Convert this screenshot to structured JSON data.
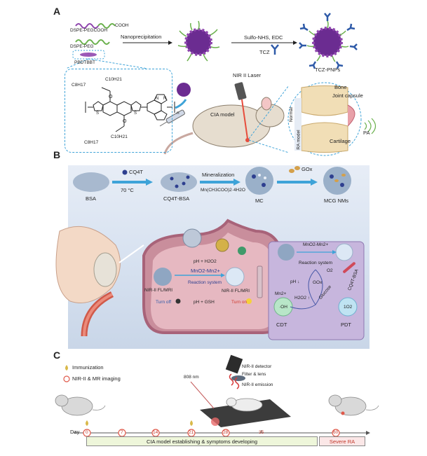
{
  "panelA": {
    "letter": "A",
    "dspe_pegcooh": "DSPE-PEGCOOH",
    "cooh": "COOH",
    "dspe_peg": "DSPE-PEG",
    "pbdtbbt": "PBDTBBT",
    "nanoprecipitation": "Nanoprecipitation",
    "coupling": "Sulfo-NHS, EDC",
    "tcz": "TCZ",
    "tcz_pnps": "TCZ-PNPs",
    "chem_c8h17_top": "C8H17",
    "chem_c10h21_top": "C10H21",
    "chem_c8h17_bot": "C8H17",
    "chem_c10h21_bot": "C10H21",
    "chem_n": "n",
    "laser": "NIR II Laser",
    "cia_model": "CIA model",
    "bone": "Bone",
    "joint_capsule": "Joint capsule",
    "pa": "PA",
    "cartilage": "Cartilage",
    "normal": "Normal",
    "ra_model": "RA model"
  },
  "panelB": {
    "letter": "B",
    "cq4t": "CQ4T",
    "temp": "70 °C",
    "mineralization": "Mineralization",
    "mn_reagent": "Mn(CH3COO)2·4H2O",
    "gox": "GOx",
    "bsa": "BSA",
    "cq4t_bsa": "CQ4T-BSA",
    "mc": "MC",
    "mcg": "MCG NMs",
    "ph_h2o2": "pH + H2O2",
    "mno2_mn": "MnO2-Mn2+",
    "reaction_system": "Reaction system",
    "nir_fl_mri_left": "NIR-II FL/MRI",
    "nir_fl_mri_right": "NIR-II FL/MRI",
    "ph_gsh": "pH + GSH",
    "turn_off": "Turn off",
    "turn_on": "Turn on",
    "inset_mno2": "MnO2-Mn2+",
    "inset_reaction": "Reaction system",
    "inset_ph": "pH ↓",
    "inset_h2o2": "H2O2 ↑",
    "inset_gox": "GOx",
    "inset_glucose": "Glucose",
    "inset_o2": "O2",
    "inset_mn": "Mn2+",
    "inset_oh": "·OH",
    "inset_1o2": "1O2",
    "cdt": "CDT",
    "pdt": "PDT",
    "cq4t_bsa_tag": "CQ4T-BSA"
  },
  "panelC": {
    "letter": "C",
    "legend_immunization": "Immunization",
    "legend_imaging": "NIR-II & MR imaging",
    "nir_detector": "NIR-II detector",
    "filter_lens": "Filter & lens",
    "nir_emission": "NIR-II emission",
    "wavelength": "808 nm",
    "day_label": "Day",
    "days": [
      "0",
      "7",
      "14",
      "21",
      "28",
      "35",
      "60"
    ],
    "imaging_days": [
      0,
      7,
      14,
      21,
      28,
      60
    ],
    "immunization_days": [
      0,
      21
    ],
    "stage": "CIA model establishing & symptoms developing",
    "severe": "Severe RA",
    "dots": "· · · · · ·"
  },
  "colors": {
    "accent_blue": "#3ea3d8",
    "nanoparticle": "#6b2c91",
    "polymer_green": "#6ab04c",
    "antibody_blue": "#2e5aa8",
    "timeline_red": "#e05a4b",
    "cell_pink": "#c97a8f",
    "inset_purple": "#b9a8cf"
  }
}
